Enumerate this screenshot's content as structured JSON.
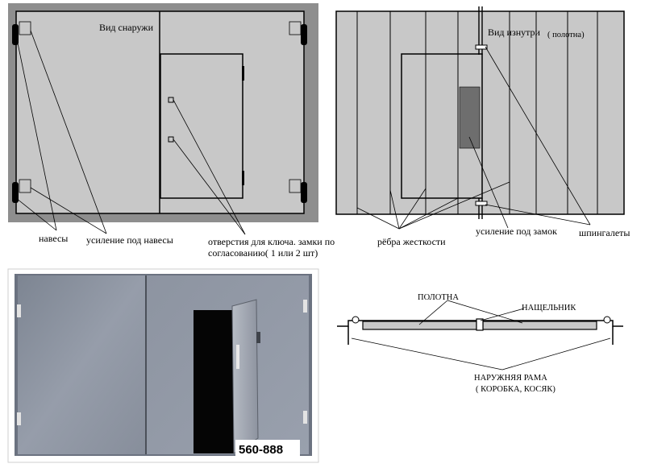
{
  "outside_view": {
    "title": "Вид снаружи",
    "labels": {
      "hinges": "навесы",
      "hinge_reinforcement": "усиление под навесы",
      "key_holes_line1": "отверстия для ключа. замки по",
      "key_holes_line2": "согласованию( 1 или 2 шт)"
    }
  },
  "inside_view": {
    "title_main": "Вид изнутри",
    "title_sub": "( полотна)",
    "labels": {
      "ribs": "рёбра жесткости",
      "lock_reinforcement": "усиление под замок",
      "bolts": "шпингалеты"
    }
  },
  "photo": {
    "badge": "560-888"
  },
  "section_view": {
    "labels": {
      "leaves": "ПОЛОТНА",
      "strip": "НАЩЕЛЬНИК",
      "frame_line1": "НАРУЖНЯЯ РАМА",
      "frame_line2": "( КОРОБКА, КОСЯК)"
    }
  },
  "colors": {
    "panel_gray": "#c8c8c8",
    "photo_steel": "#8b929f",
    "line": "#000000"
  }
}
